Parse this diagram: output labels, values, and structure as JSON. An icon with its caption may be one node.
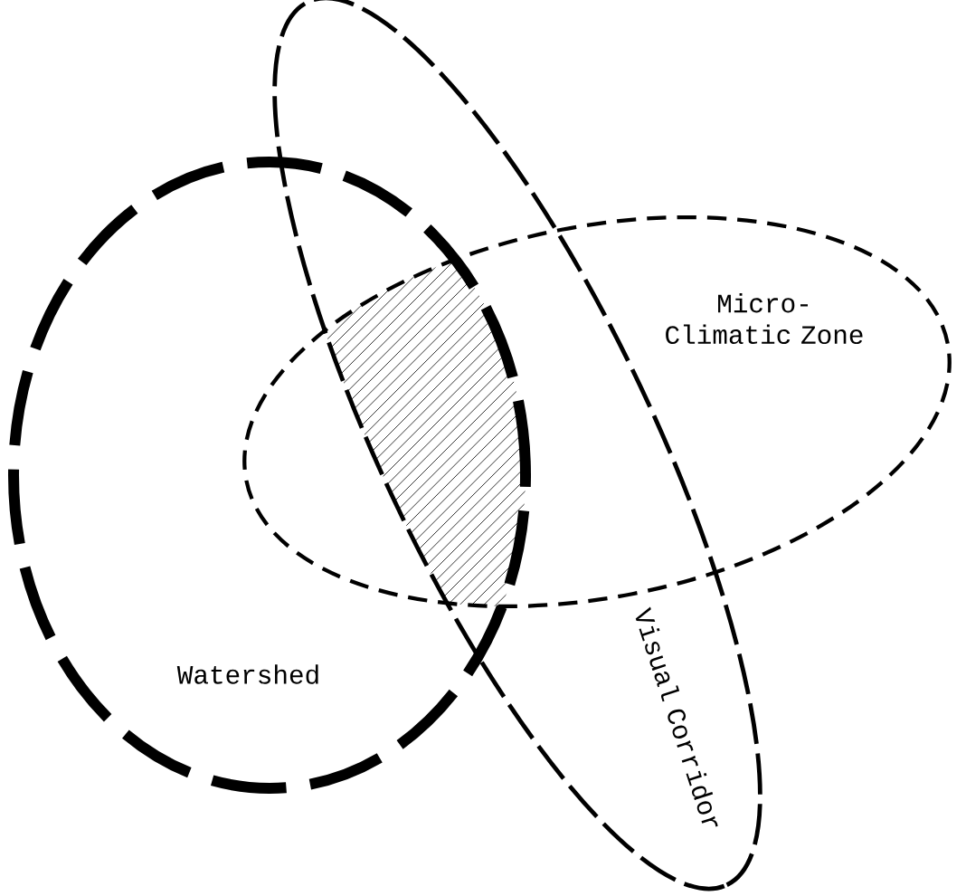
{
  "diagram": {
    "nodes": [
      {
        "text": [
          "Micro-Climatic Zone"
        ]
      },
      {
        "text": [
          "Watershed"
        ]
      },
      {
        "text": [
          "Visual Corridor"
        ]
      }
    ]
  }
}
